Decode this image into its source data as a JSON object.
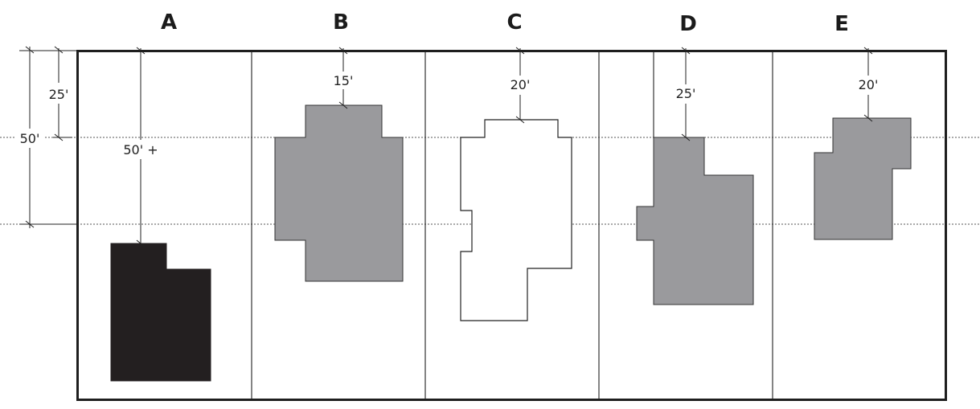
{
  "lots": [
    {
      "label": "A",
      "setback_label": "50' +",
      "fill": "#231f20"
    },
    {
      "label": "B",
      "setback_label": "15'",
      "fill": "#9a9a9d"
    },
    {
      "label": "C",
      "setback_label": "20'",
      "fill": "#ffffff"
    },
    {
      "label": "D",
      "setback_label": "25'",
      "fill": "#9a9a9d"
    },
    {
      "label": "E",
      "setback_label": "20'",
      "fill": "#9a9a9d"
    }
  ],
  "reference_lines": {
    "line_25": "25'",
    "line_50": "50'"
  },
  "colors": {
    "frame": "#1e1e1e",
    "building_dark": "#231f20",
    "building_gray": "#9a9a9d",
    "building_outline": "#ffffff"
  }
}
